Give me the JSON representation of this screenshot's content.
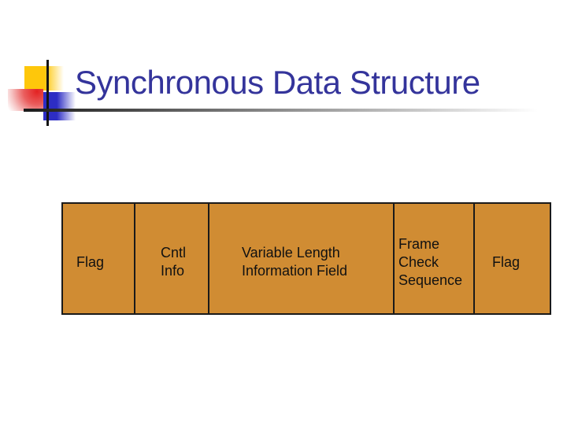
{
  "slide": {
    "title": "Synchronous Data Structure"
  },
  "table": {
    "cells": [
      {
        "id": "flag-start",
        "label": "Flag"
      },
      {
        "id": "cntl-info",
        "label": "Cntl\nInfo"
      },
      {
        "id": "variable-length-info",
        "label": "Variable Length\nInformation Field"
      },
      {
        "id": "frame-check-sequence",
        "label": "Frame\nCheck\nSequence"
      },
      {
        "id": "flag-end",
        "label": "Flag"
      }
    ],
    "fill_color": "#d08c33",
    "border_color": "#1a1a1a",
    "text_color": "#111111"
  },
  "theme": {
    "background_color": "#ffffff",
    "title_color": "#34349b",
    "ornament_yellow": "#fec70b",
    "ornament_red": "#e32222",
    "ornament_blue": "#2d2dc4",
    "rule_dark_end": "#1a1a1a"
  }
}
